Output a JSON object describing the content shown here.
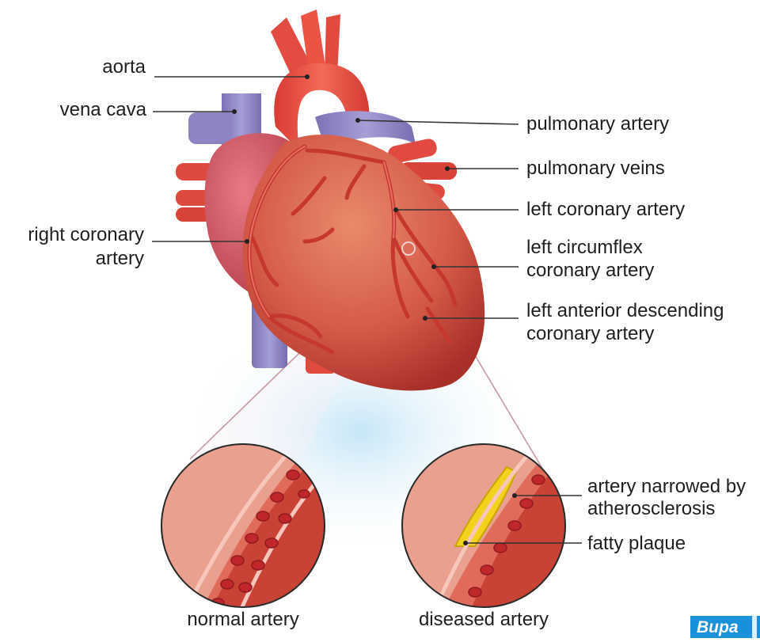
{
  "labels": {
    "aorta": "aorta",
    "vena_cava": "vena cava",
    "pulmonary_artery": "pulmonary artery",
    "pulmonary_veins": "pulmonary veins",
    "left_coronary_artery": "left coronary artery",
    "right_coronary_line1": "right coronary",
    "right_coronary_line2": "artery",
    "left_circumflex_line1": "left circumflex",
    "left_circumflex_line2": "coronary artery",
    "lad_line1": "left anterior descending",
    "lad_line2": "coronary artery",
    "narrowed_line1": "artery narrowed by",
    "narrowed_line2": "atherosclerosis",
    "fatty_plaque": "fatty plaque",
    "normal_artery": "normal artery",
    "diseased_artery": "diseased artery"
  },
  "logo": {
    "text": "Bupa"
  },
  "colors": {
    "heart": "#d9574a",
    "heart_dark": "#b83a32",
    "vessel_red": "#e8483e",
    "vein_blue": "#8f86c4",
    "plaque": "#f4d42a",
    "leader": "#333333",
    "glow": "#cfe9f7"
  }
}
